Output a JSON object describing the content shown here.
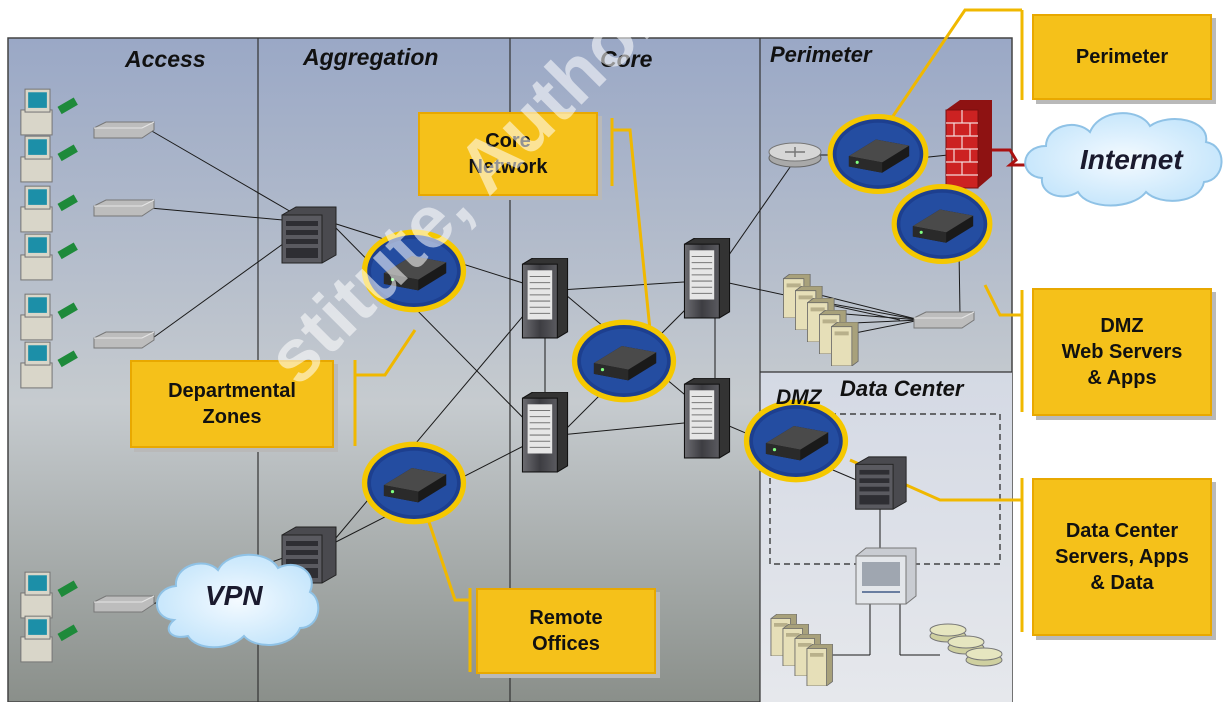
{
  "zones": {
    "access": "Access",
    "aggregation": "Aggregation",
    "core": "Core",
    "perimeter": "Perimeter",
    "dmz": "DMZ",
    "data_center": "Data Center"
  },
  "clouds": {
    "internet": "Internet",
    "vpn": "VPN"
  },
  "callouts": {
    "core_network": "Core\nNetwork",
    "departmental_zones": "Departmental\nZones",
    "remote_offices": "Remote\nOffices",
    "perimeter": "Perimeter",
    "dmz": "DMZ\nWeb Servers\n& Apps",
    "data_center": "Data Center\nServers, Apps\n& Data"
  },
  "watermark": "stitute, Author retains full",
  "colors": {
    "callout_fill": "#f5c11a",
    "callout_line": "#f0b800",
    "ring": "#f5c800",
    "sensor_disc": "#1d3f8f",
    "firewall": "#cc2222"
  },
  "icons": [
    "workstation-icon",
    "network-card-icon",
    "hub-icon",
    "switch-chassis-icon",
    "router-icon",
    "firewall-icon",
    "server-tower-icon",
    "database-icon",
    "ids-sensor-icon",
    "cloud-icon"
  ]
}
